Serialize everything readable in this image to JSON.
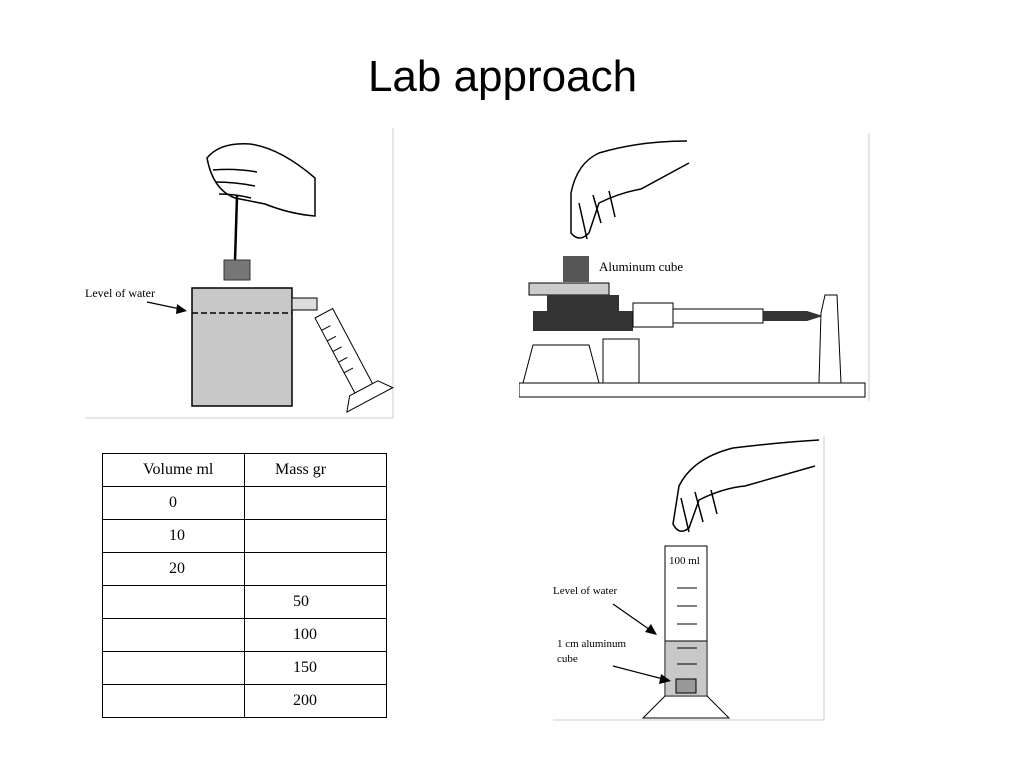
{
  "slide": {
    "title": "Lab approach"
  },
  "figure_overflow": {
    "label_level": "Level of water"
  },
  "figure_balance": {
    "label_cube": "Aluminum cube"
  },
  "figure_cylinder": {
    "label_capacity": "100 ml",
    "label_level": "Level of water",
    "label_cube_line1": "1 cm aluminum",
    "label_cube_line2": "cube"
  },
  "table": {
    "headers": [
      "Volume  ml",
      "Mass  gr"
    ],
    "rows": [
      [
        "0",
        ""
      ],
      [
        "10",
        ""
      ],
      [
        "20",
        ""
      ],
      [
        "",
        "50"
      ],
      [
        "",
        "100"
      ],
      [
        "",
        "150"
      ],
      [
        "",
        "200"
      ]
    ]
  }
}
